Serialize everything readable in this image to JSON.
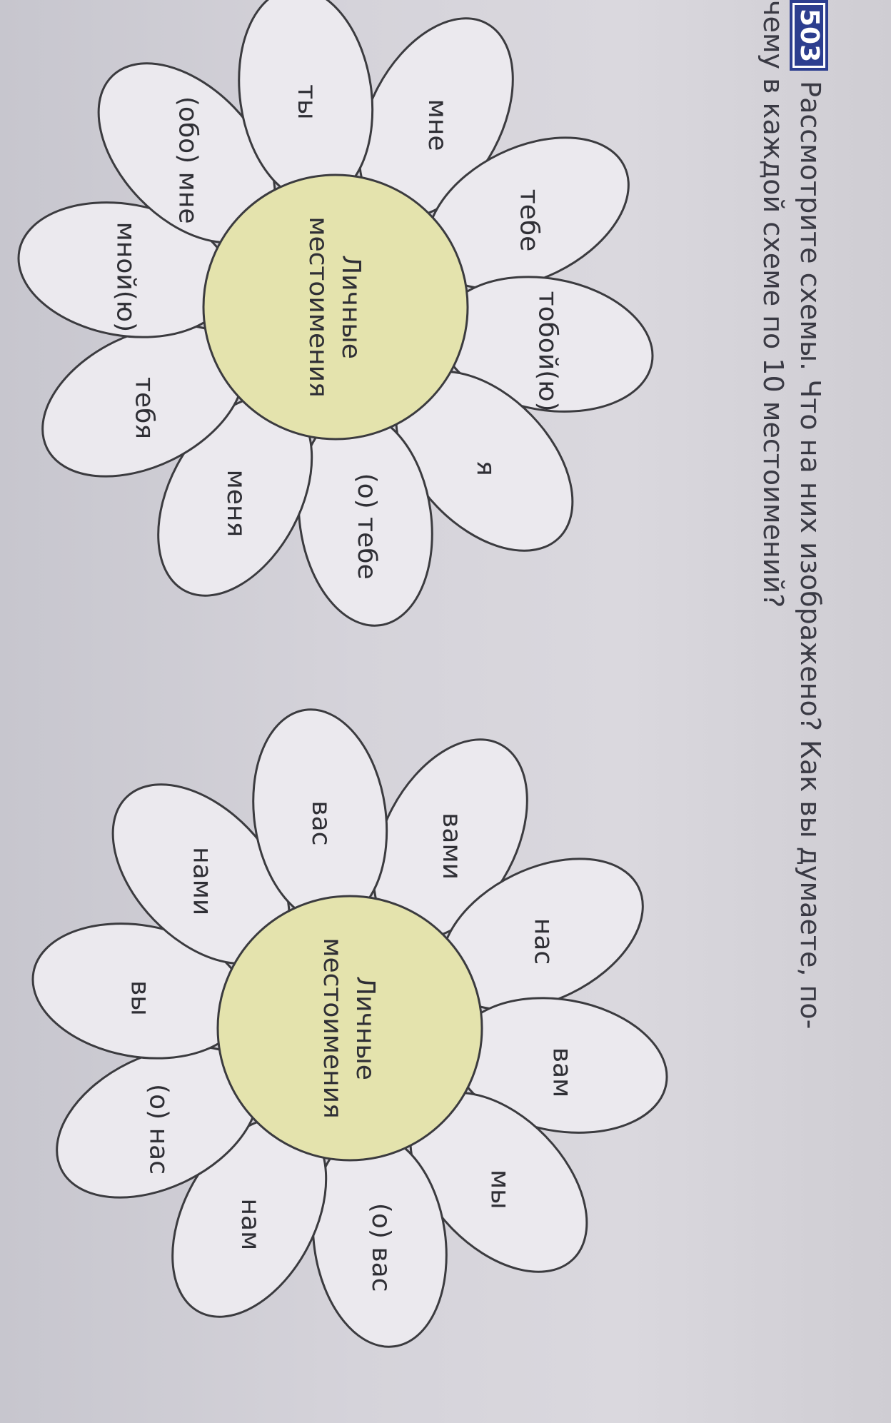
{
  "task": {
    "number": "503",
    "line1": "Рассмотрите схемы. Что на них изображено? Как вы думаете, по-",
    "line2": "чему в каждой схеме по 10 местоимений?"
  },
  "colors": {
    "petal_fill": "#ebe9ee",
    "center_fill": "#e4e3ad",
    "outline": "#3b3b3f",
    "badge": "#2c3e8f"
  },
  "flowers": [
    {
      "center_line1": "Личные",
      "center_line2": "местоимения",
      "petals": [
        "мне",
        "тебе",
        "тобой(ю)",
        "я",
        "(о) тебе",
        "меня",
        "тебя",
        "мной(ю)",
        "(обо) мне",
        "ты"
      ]
    },
    {
      "center_line1": "Личные",
      "center_line2": "местоимения",
      "petals": [
        "вами",
        "нас",
        "вам",
        "мы",
        "(о) вас",
        "нам",
        "(о) нас",
        "вы",
        "нами",
        "вас"
      ]
    }
  ]
}
